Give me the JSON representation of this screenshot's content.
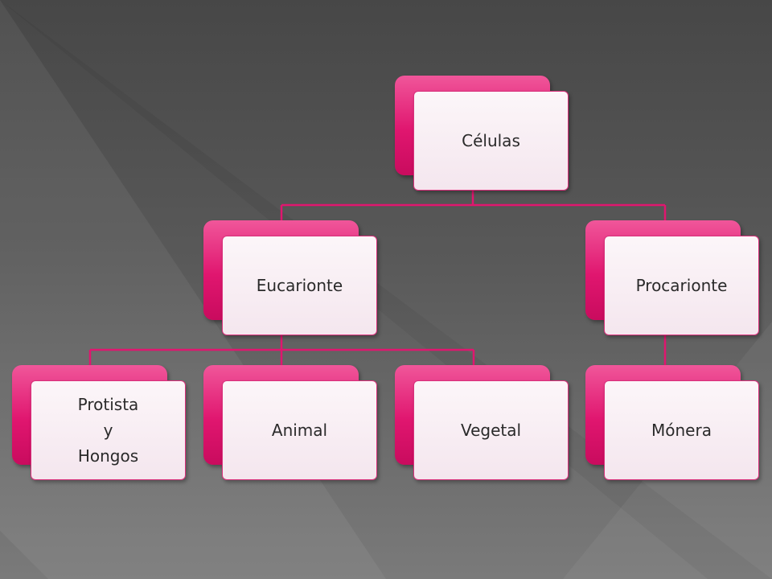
{
  "diagram": {
    "root": {
      "label": "Células"
    },
    "level1": [
      {
        "label": "Eucarionte"
      },
      {
        "label": "Procarionte"
      }
    ],
    "level2": [
      {
        "lines": [
          "Protista",
          "y",
          "Hongos"
        ]
      },
      {
        "label": "Animal"
      },
      {
        "label": "Vegetal"
      },
      {
        "label": "Mónera"
      }
    ]
  },
  "colors": {
    "accent": "#e0166f",
    "connector": "#e0166f",
    "card_fill": "#f6eaf0",
    "text": "#2a2a2a"
  }
}
